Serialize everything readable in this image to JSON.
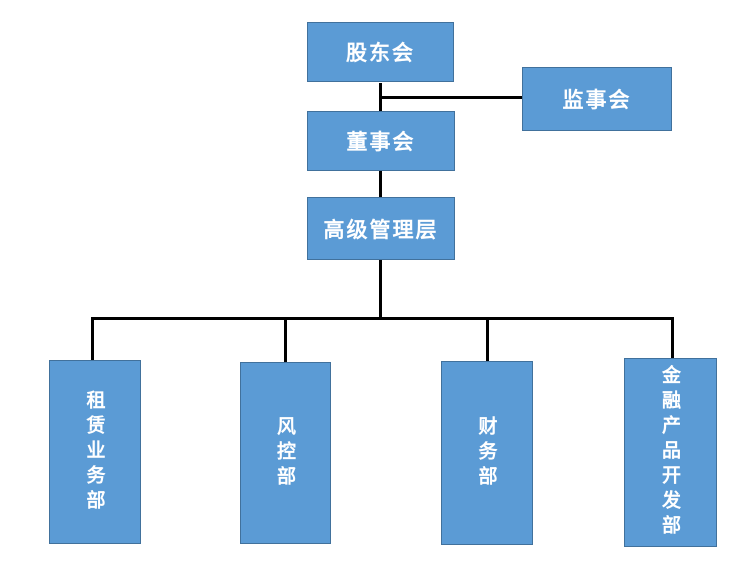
{
  "diagram": {
    "type": "org-chart",
    "colors": {
      "node_fill": "#5b9bd5",
      "node_border": "#41719c",
      "connector": "#000000",
      "background": "#ffffff",
      "node_text": "#ffffff"
    },
    "nodes": [
      {
        "id": "shareholders-meeting",
        "label": "股东会",
        "orientation": "horizontal",
        "level": 1
      },
      {
        "id": "supervisory-board",
        "label": "监事会",
        "orientation": "horizontal",
        "level": 1
      },
      {
        "id": "board-of-directors",
        "label": "董事会",
        "orientation": "horizontal",
        "level": 2
      },
      {
        "id": "senior-management",
        "label": "高级管理层",
        "orientation": "horizontal",
        "level": 3
      },
      {
        "id": "leasing-business-dept",
        "label": "租赁业务部",
        "orientation": "vertical",
        "level": 4
      },
      {
        "id": "risk-control-dept",
        "label": "风控部",
        "orientation": "vertical",
        "level": 4
      },
      {
        "id": "finance-dept",
        "label": "财务部",
        "orientation": "vertical",
        "level": 4
      },
      {
        "id": "financial-product-dev-dept",
        "label": "金融产品开发部",
        "orientation": "vertical",
        "level": 4
      }
    ],
    "edges": [
      {
        "from": "shareholders-meeting",
        "to": "board-of-directors"
      },
      {
        "from": "shareholders-meeting",
        "to": "supervisory-board"
      },
      {
        "from": "board-of-directors",
        "to": "senior-management"
      },
      {
        "from": "senior-management",
        "to": "leasing-business-dept"
      },
      {
        "from": "senior-management",
        "to": "risk-control-dept"
      },
      {
        "from": "senior-management",
        "to": "finance-dept"
      },
      {
        "from": "senior-management",
        "to": "financial-product-dev-dept"
      }
    ]
  }
}
